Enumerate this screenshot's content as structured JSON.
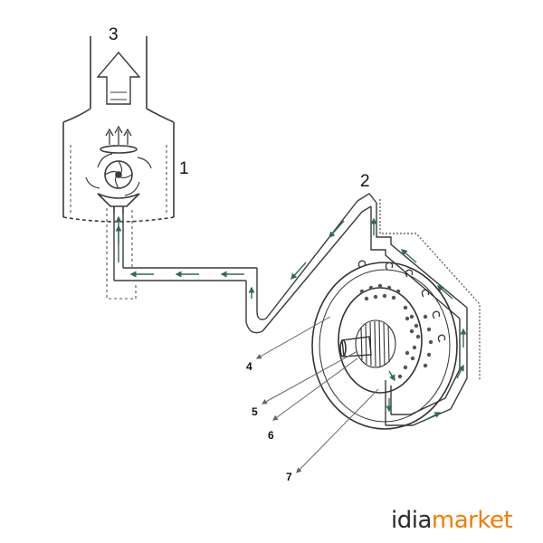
{
  "labels": {
    "l1": "1",
    "l2": "2",
    "l3": "3",
    "l4": "4",
    "l5": "5",
    "l6": "6",
    "l7": "7"
  },
  "brand": {
    "part1": "idia",
    "part2": "market"
  },
  "colors": {
    "line": "#4a4a4a",
    "arrow": "#2f6b57",
    "brand_dark": "#2b2b2b",
    "brand_orange": "#f57c00"
  }
}
